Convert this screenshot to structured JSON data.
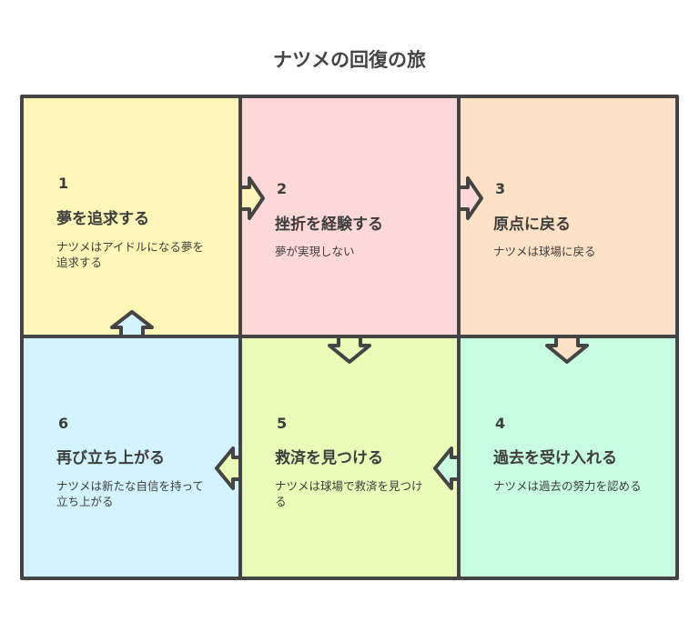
{
  "title": "ナツメの回復の旅",
  "colors": {
    "c1": "#fff6b8",
    "c2": "#ffd8d8",
    "c3": "#ffe1c8",
    "c4": "#c9fde1",
    "c5": "#eafdb8",
    "c6": "#d2f3ff",
    "stroke": "#444444"
  },
  "steps": [
    {
      "num": "1",
      "title": "夢を追求する",
      "desc": "ナツメはアイドルになる夢を追求する"
    },
    {
      "num": "2",
      "title": "挫折を経験する",
      "desc": "夢が実現しない"
    },
    {
      "num": "3",
      "title": "原点に戻る",
      "desc": "ナツメは球場に戻る"
    },
    {
      "num": "4",
      "title": "過去を受け入れる",
      "desc": "ナツメは過去の努力を認める"
    },
    {
      "num": "5",
      "title": "救済を見つける",
      "desc": "ナツメは球場で救済を見つける"
    },
    {
      "num": "6",
      "title": "再び立ち上がる",
      "desc": "ナツメは新たな自信を持って立ち上がる"
    }
  ]
}
